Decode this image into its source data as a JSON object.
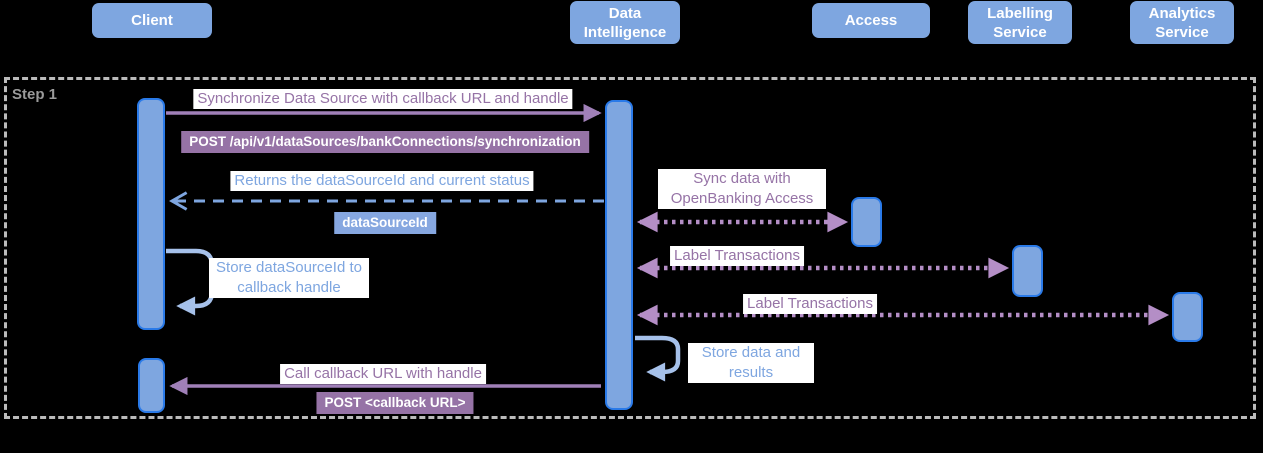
{
  "step": {
    "label": "Step 1"
  },
  "actors": [
    {
      "label": "Client"
    },
    {
      "label": "Data Intelligence"
    },
    {
      "label": "Access"
    },
    {
      "label": "Labelling Service"
    },
    {
      "label": "Analytics Service"
    }
  ],
  "messages": {
    "sync_request": "Synchronize Data Source with callback URL and handle",
    "sync_endpoint": "POST /api/v1/dataSources/bankConnections/synchronization",
    "returns_status": "Returns the dataSourceId and current status",
    "data_source_id": "dataSourceId",
    "store_handle": "Store dataSourceId to callback handle",
    "sync_openbanking": "Sync data with OpenBanking Access",
    "label_transactions_1": "Label Transactions",
    "label_transactions_2": "Label Transactions",
    "store_results": "Store data and results",
    "callback": "Call callback URL with handle",
    "callback_endpoint": "POST <callback URL>"
  },
  "colors": {
    "background": "#000000",
    "actor_fill": "#7EA6E0",
    "bar_fill": "#7EA6E0",
    "bar_stroke": "#2A7AE8",
    "purple_text": "#9673A6",
    "purple_arrow": "#A080B8",
    "purple_dotted_arrow": "#B48EC6",
    "blue_text": "#7EA6E0",
    "blue_loop_arrow": "#A6C1EA",
    "badge_purple_bg": "#9673A6",
    "badge_blue_bg": "#86A7E0",
    "frame_border": "#BBBBBB",
    "step_label": "#9B9B9B"
  }
}
